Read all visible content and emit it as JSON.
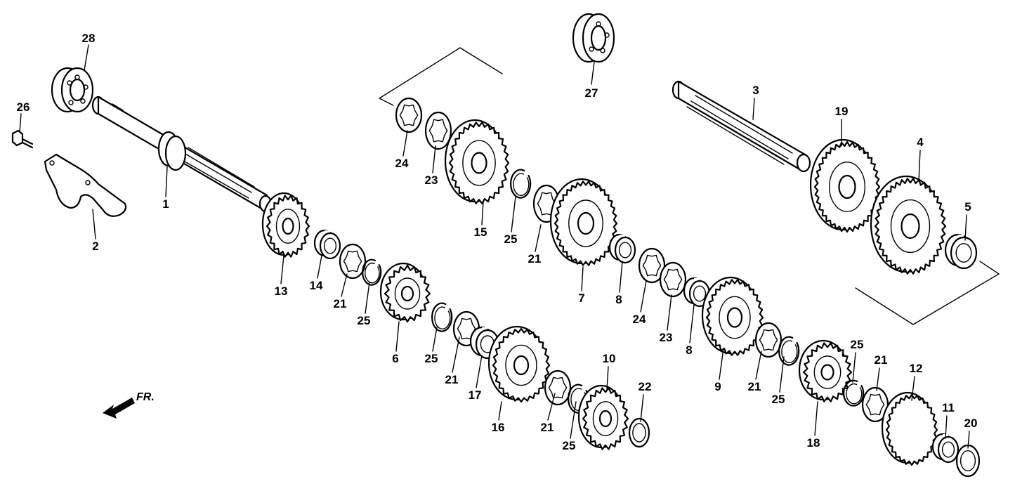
{
  "direction_label": "FR.",
  "callouts": [
    "1",
    "2",
    "3",
    "4",
    "5",
    "6",
    "7",
    "8",
    "8",
    "9",
    "10",
    "11",
    "12",
    "13",
    "14",
    "15",
    "16",
    "17",
    "18",
    "19",
    "20",
    "21",
    "21",
    "21",
    "21",
    "21",
    "21",
    "22",
    "23",
    "23",
    "24",
    "24",
    "25",
    "25",
    "25",
    "25",
    "25",
    "25",
    "26",
    "27",
    "28"
  ]
}
